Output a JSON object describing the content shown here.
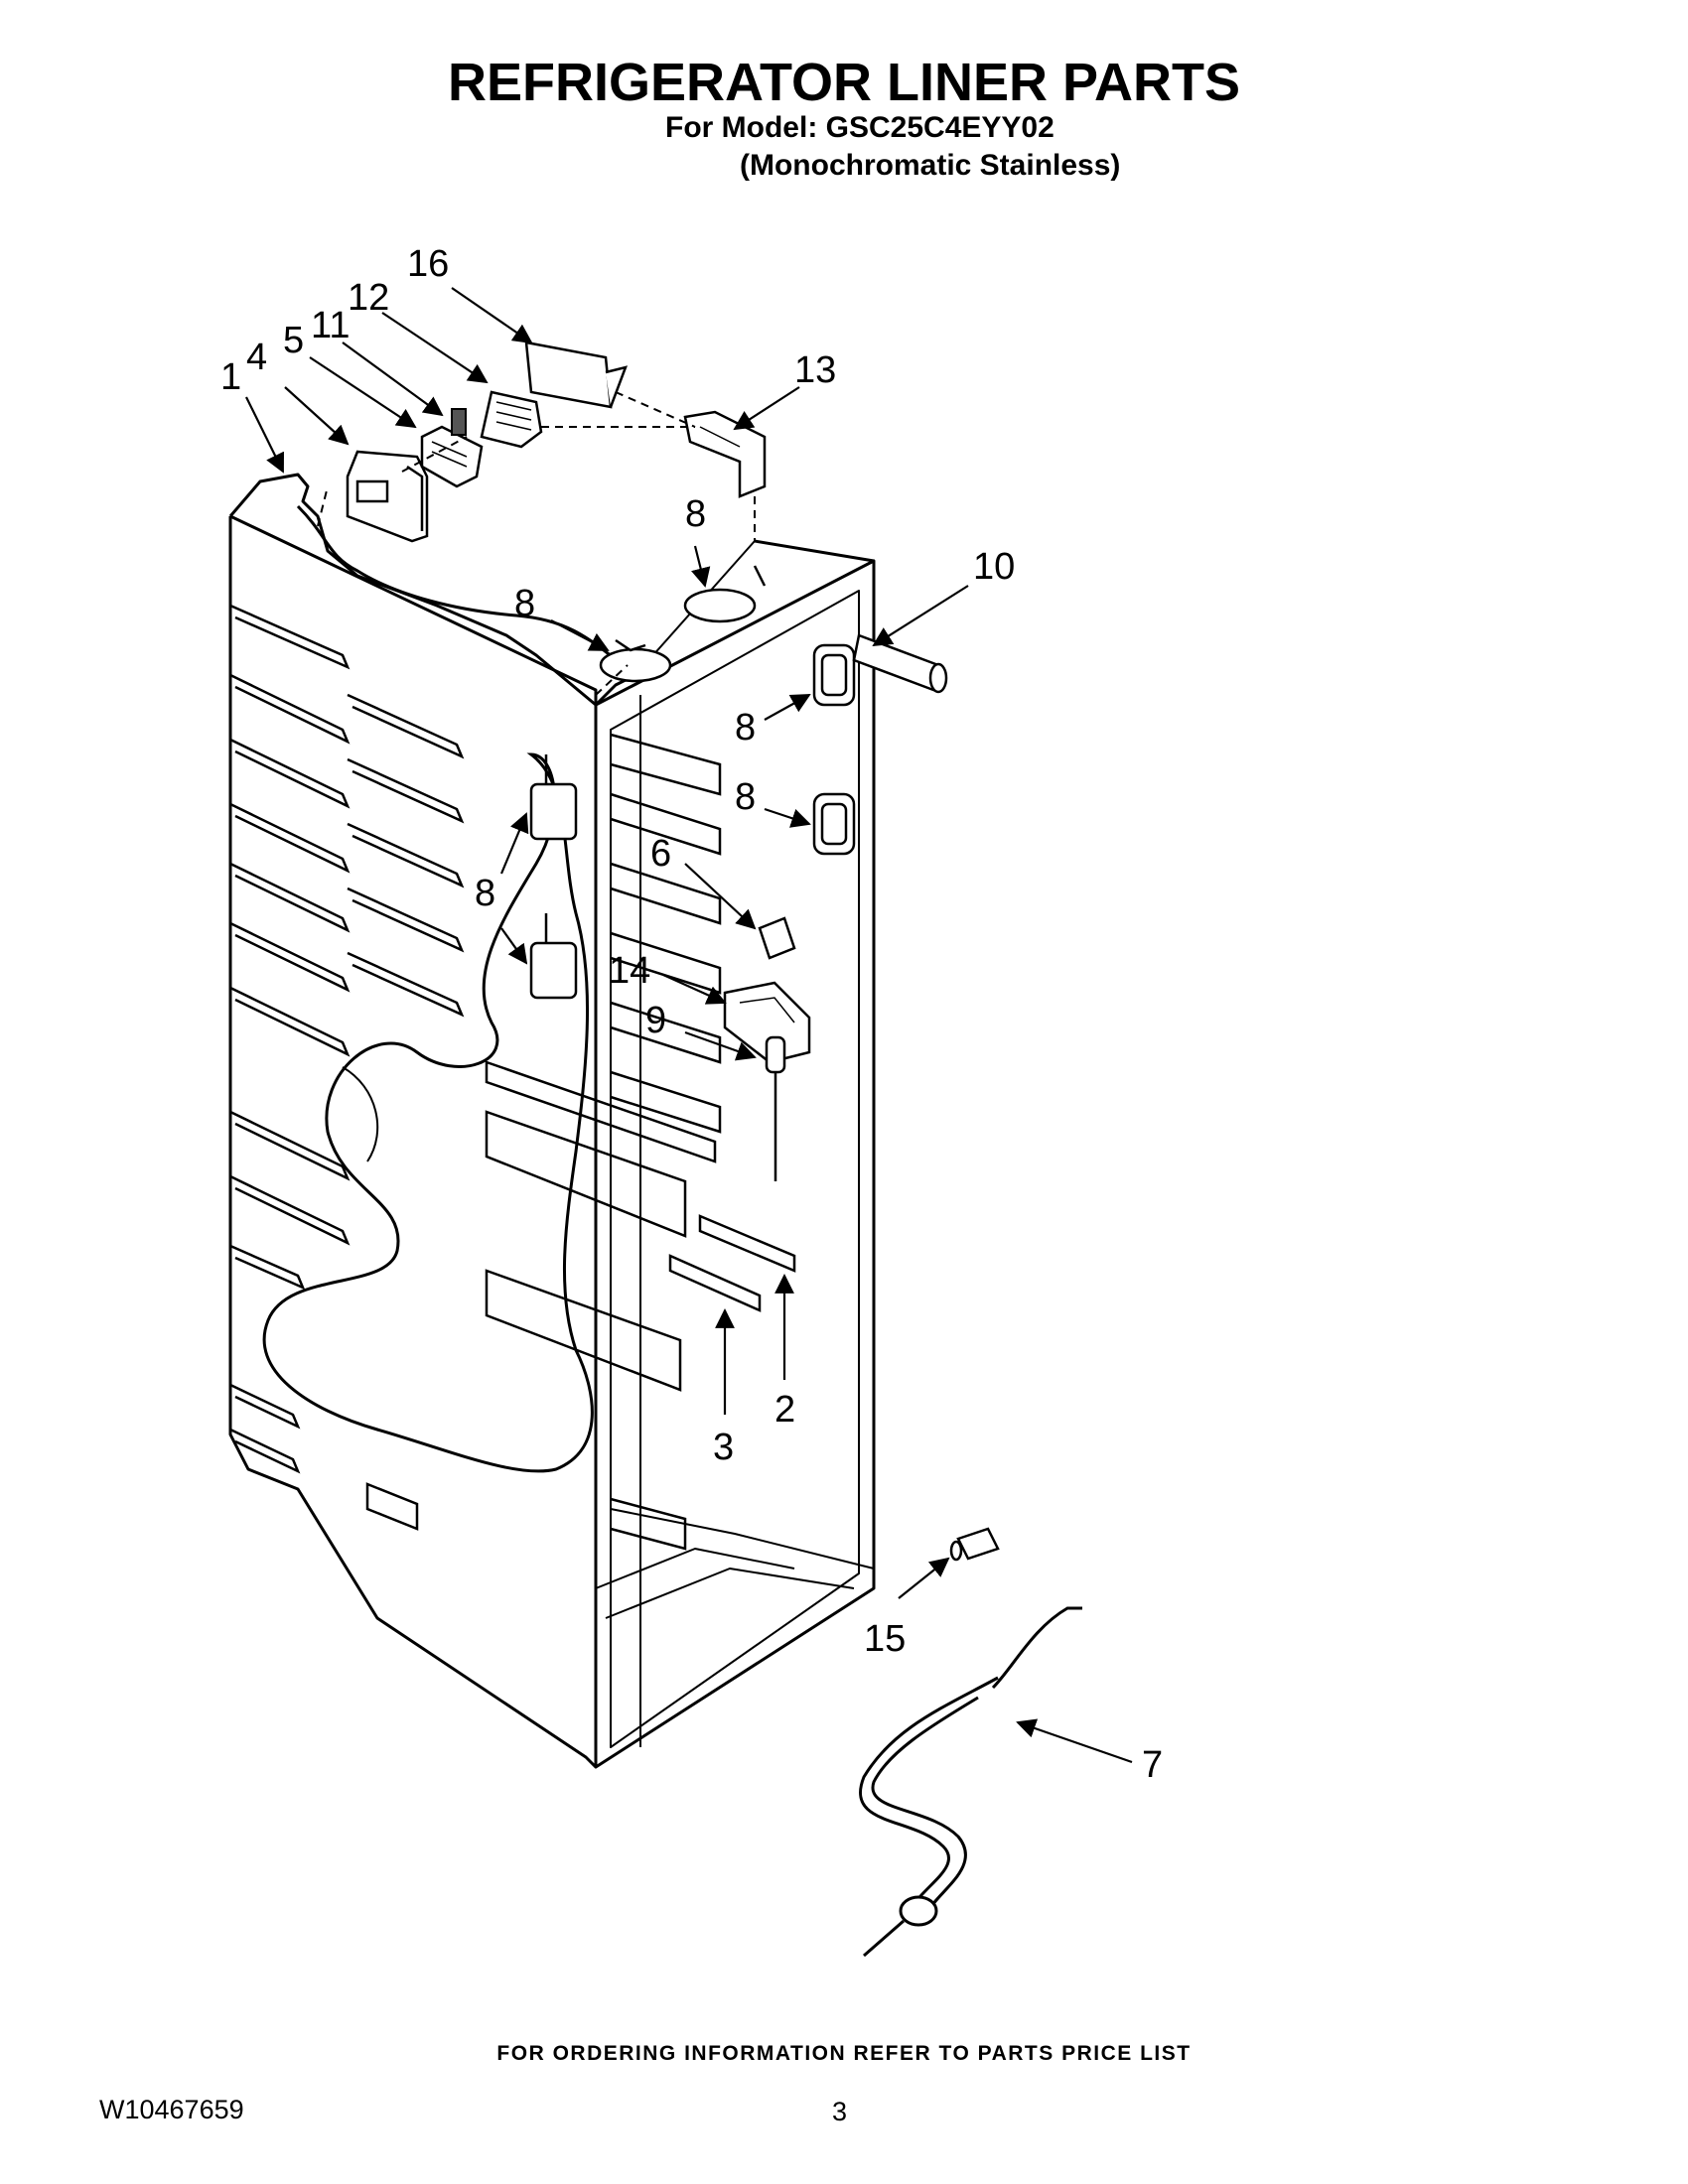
{
  "header": {
    "title": "REFRIGERATOR LINER PARTS",
    "model_line": "For Model: GSC25C4EYY02",
    "variant_line": "(Monochromatic Stainless)"
  },
  "diagram": {
    "callouts": [
      "1",
      "4",
      "5",
      "11",
      "12",
      "16",
      "13",
      "8",
      "8",
      "10",
      "8",
      "8",
      "8",
      "6",
      "14",
      "9",
      "3",
      "2",
      "15",
      "7"
    ]
  },
  "footer": {
    "ordering_note": "FOR ORDERING INFORMATION REFER TO PARTS PRICE LIST",
    "document_number": "W10467659",
    "page_number": "3"
  }
}
